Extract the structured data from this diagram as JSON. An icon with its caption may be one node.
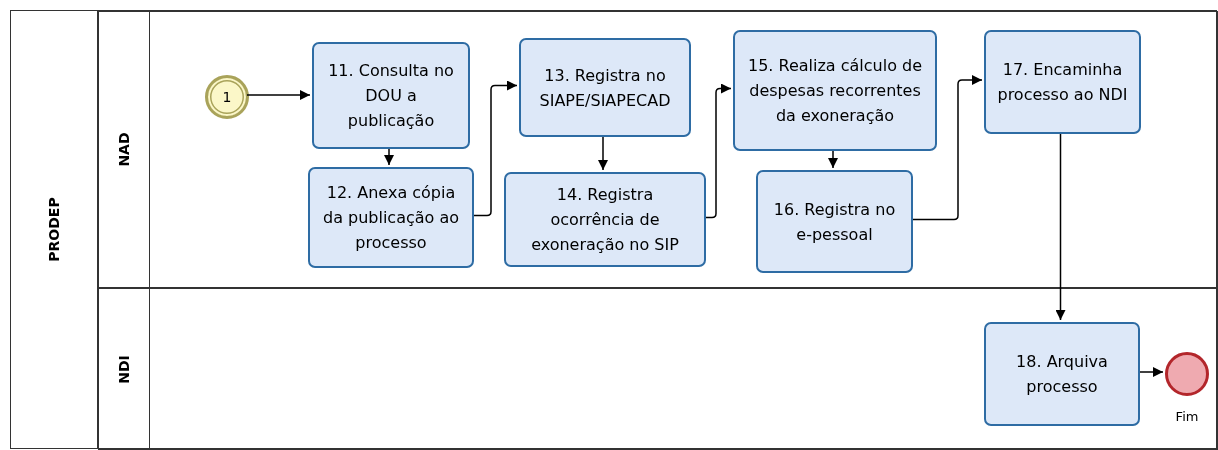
{
  "diagram": {
    "nodes": [
      {
        "text": [
          "PRODEP"
        ]
      },
      {
        "text": [
          "NAD"
        ],
        "in": 0
      },
      {
        "text": [
          "NDI"
        ],
        "in": 0
      },
      {
        "text": [
          "1"
        ],
        "in": 1
      },
      {
        "text": [
          "11. Consulta no DOU a publicação"
        ],
        "in": 1
      },
      {
        "text": [
          "12. Anexa cópia da publicação ao processo"
        ],
        "in": 1
      },
      {
        "text": [
          "13. Registra no SIAPE/SIAPECAD"
        ],
        "in": 1
      },
      {
        "text": [
          "14. Registra ocorrência de exoneração no SIP"
        ],
        "in": 1
      },
      {
        "text": [
          "15. Realiza cálculo de despesas recorrentes da exoneração"
        ],
        "in": 1
      },
      {
        "text": [
          "16. Registra no e-pessoal"
        ],
        "in": 1
      },
      {
        "text": [
          "17. Encaminha processo ao NDI"
        ],
        "in": 1
      },
      {
        "text": [
          "18. Arquiva processo"
        ],
        "in": 2
      },
      {
        "text": [],
        "shape": "circle",
        "beside": [
          "Fim"
        ],
        "in": 2
      }
    ],
    "edges": [
      {
        "from": 3,
        "to": 4,
        "arrow": "to"
      },
      {
        "from": 4,
        "to": 5,
        "arrow": "to"
      },
      {
        "from": 5,
        "to": 6,
        "arrow": "to"
      },
      {
        "from": 6,
        "to": 7,
        "arrow": "to"
      },
      {
        "from": 7,
        "to": 8,
        "arrow": "to"
      },
      {
        "from": 8,
        "to": 9,
        "arrow": "to"
      },
      {
        "from": 9,
        "to": 10,
        "arrow": "to"
      },
      {
        "from": 10,
        "to": 11,
        "arrow": "to"
      },
      {
        "from": 11,
        "to": 12,
        "arrow": "to"
      }
    ]
  }
}
